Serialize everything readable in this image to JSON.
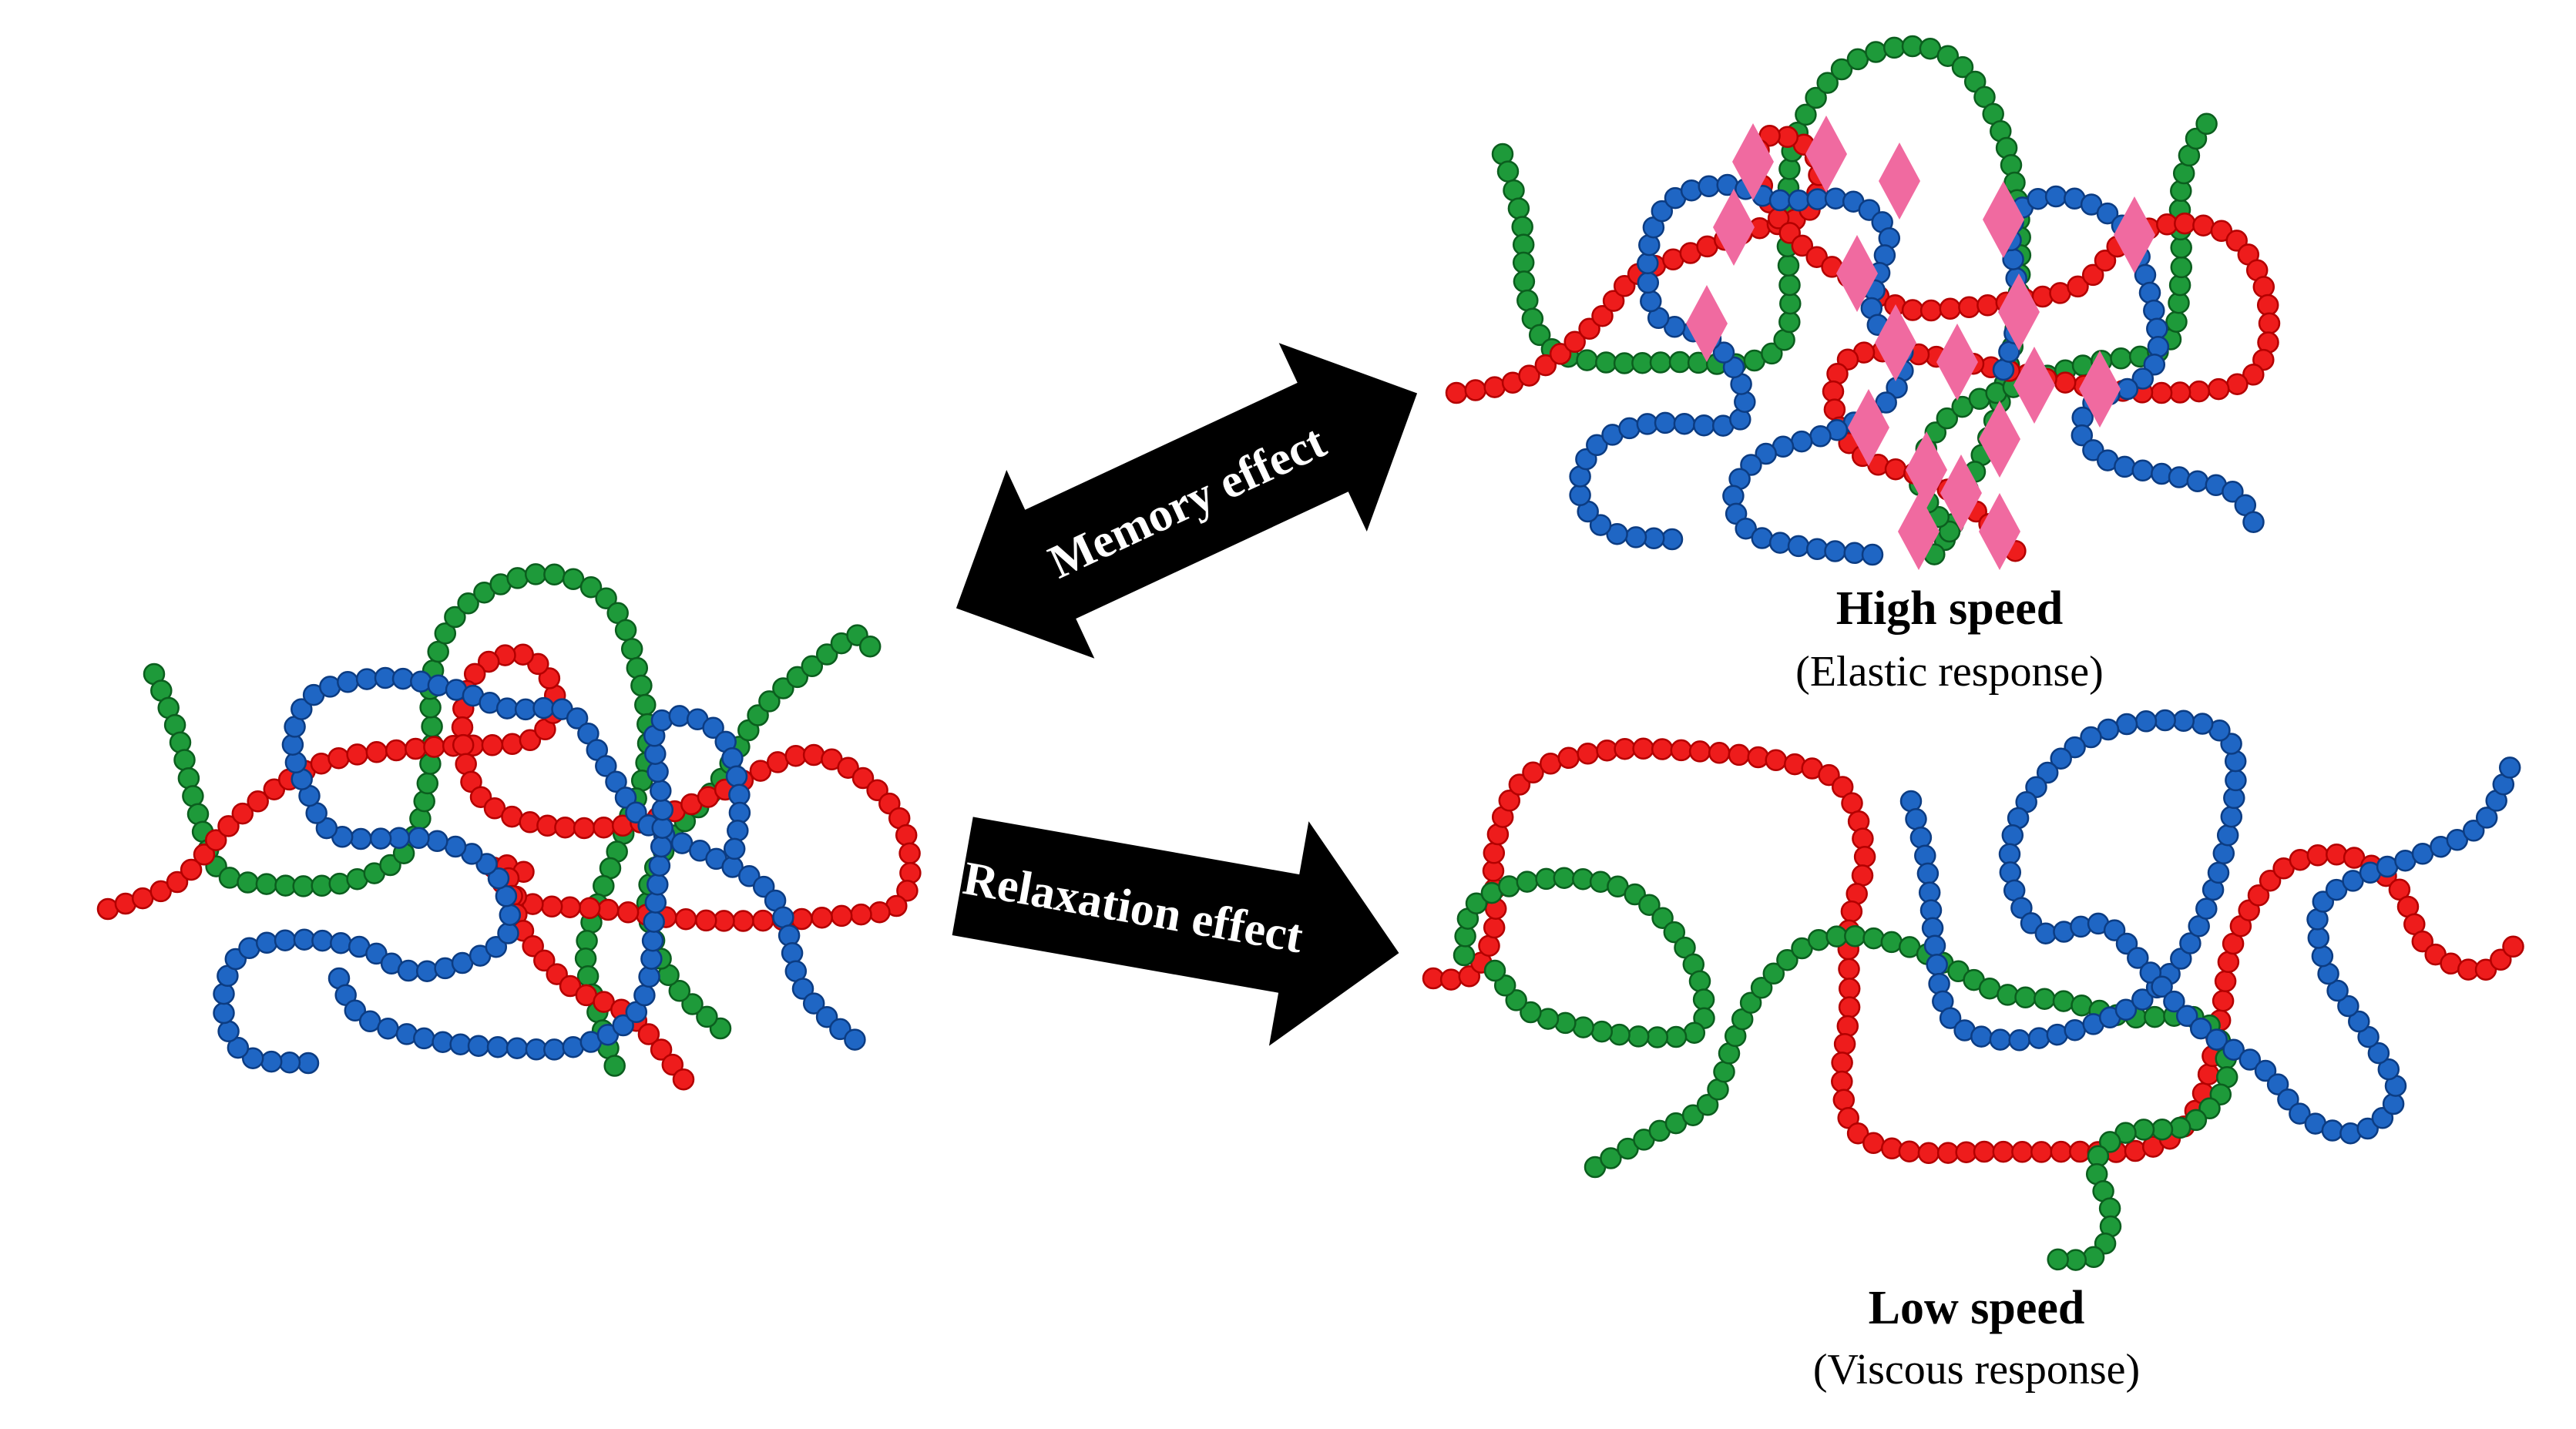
{
  "arrows": {
    "memory_label": "Memory effect",
    "relaxation_label": "Relaxation effect"
  },
  "states": {
    "high": {
      "title": "High speed",
      "subtitle": "(Elastic response)"
    },
    "low": {
      "title": "Low speed",
      "subtitle": "(Viscous response)"
    }
  },
  "colors": {
    "red": "#ee1c1c",
    "red_edge": "#b30000",
    "green": "#1e9a3a",
    "green_edge": "#0b5e1e",
    "blue": "#1f66c4",
    "blue_edge": "#0c3c82",
    "crosslink": "#f06aa0",
    "arrow": "#000000"
  }
}
